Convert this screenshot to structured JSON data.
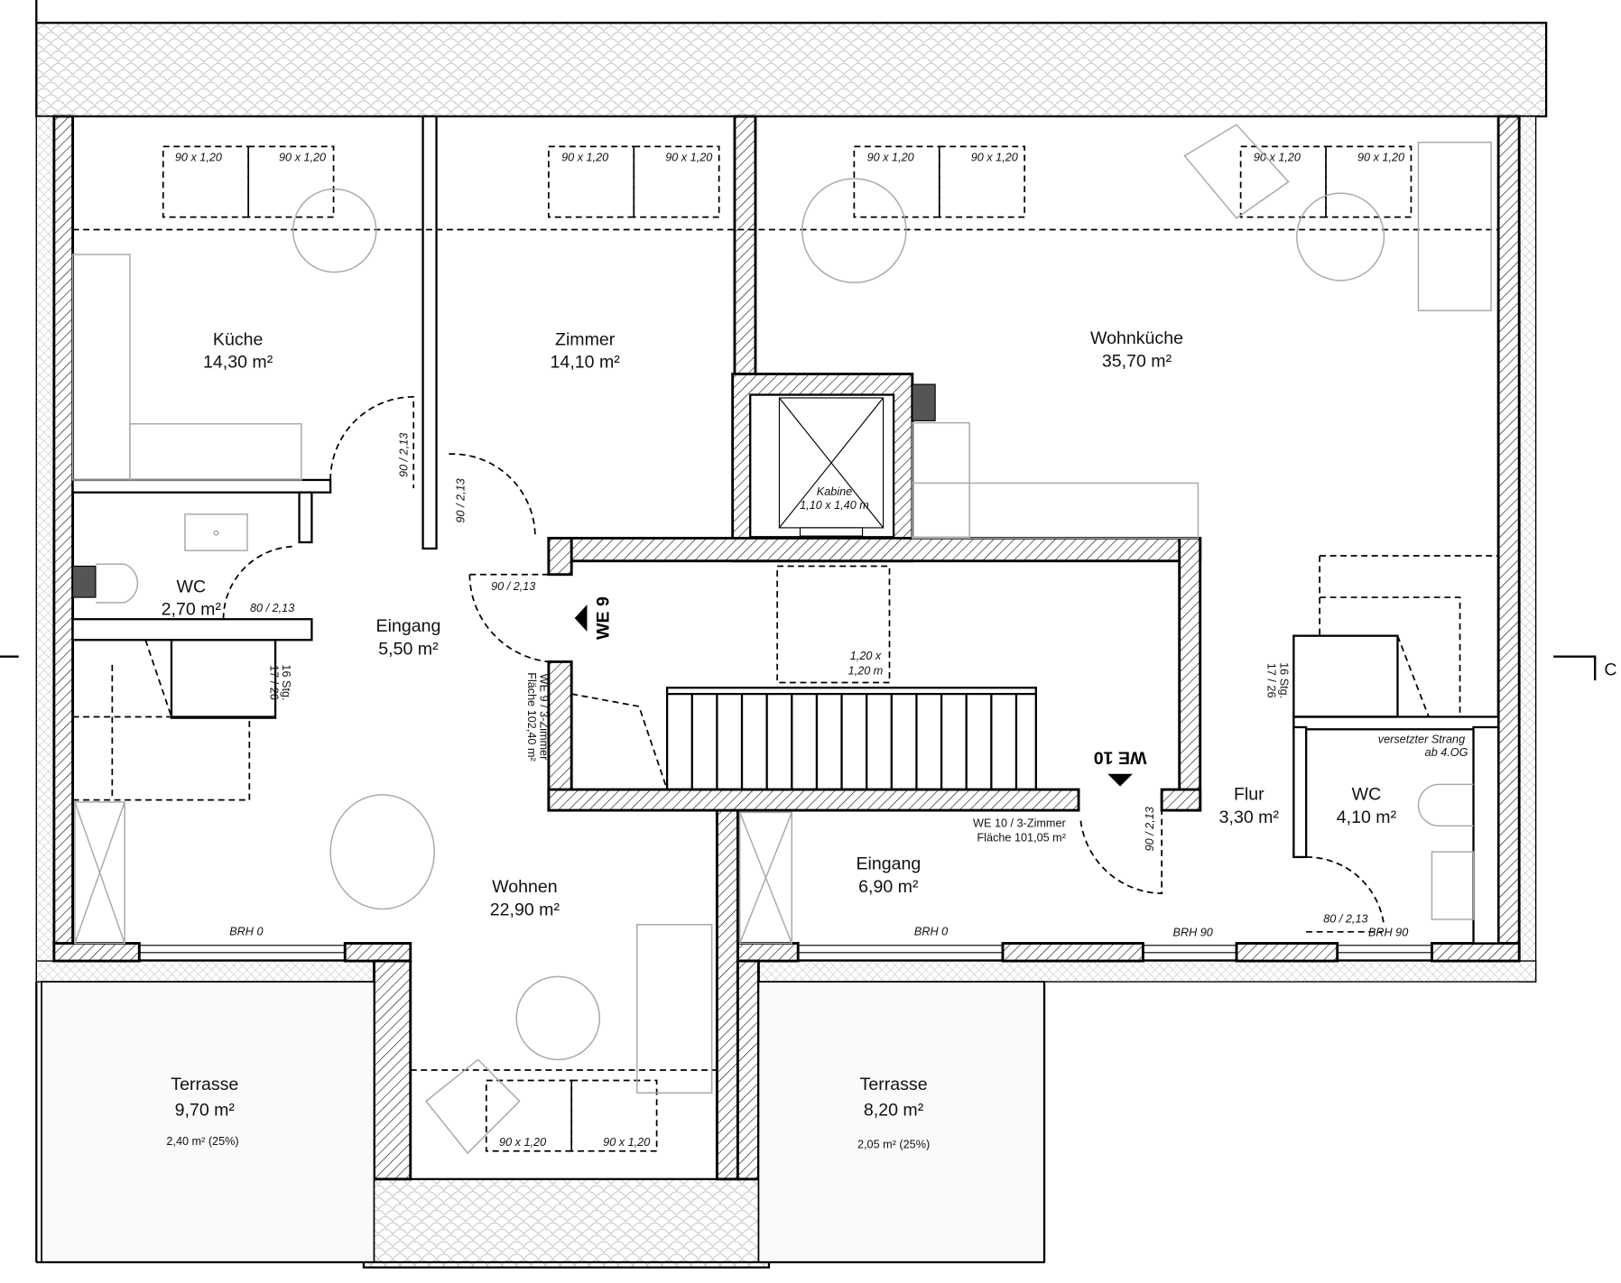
{
  "plan": {
    "rooms": [
      {
        "name": "Küche",
        "area": "14,30 m²"
      },
      {
        "name": "Zimmer",
        "area": "14,10 m²"
      },
      {
        "name": "Wohnküche",
        "area": "35,70 m²"
      },
      {
        "name": "WC",
        "area": "2,70 m²"
      },
      {
        "name": "Eingang",
        "area": "5,50 m²"
      },
      {
        "name": "Wohnen",
        "area": "22,90 m²"
      },
      {
        "name": "Terrasse",
        "area": "9,70 m²",
        "note": "2,40 m² (25%)"
      },
      {
        "name": "Terrasse",
        "area": "8,20 m²",
        "note": "2,05 m² (25%)"
      },
      {
        "name": "Eingang",
        "area": "6,90 m²"
      },
      {
        "name": "Flur",
        "area": "3,30 m²"
      },
      {
        "name": "WC",
        "area": "4,10 m²"
      }
    ],
    "skylight_label": "90 x 1,20",
    "doors": {
      "d90": "90 / 2,13",
      "d80": "80 / 2,13"
    },
    "brh": {
      "brh0": "BRH 0",
      "brh90": "BRH 90"
    },
    "elevator": {
      "name": "Kabine",
      "size": "1,10 x 1,40 m",
      "landing": "1,20 x",
      "landing2": "1,20 m"
    },
    "stairs": {
      "steps": "16 Stg.",
      "ratio": "17 / 26"
    },
    "units": {
      "we9": "WE 9",
      "we9_type": "WE 9 / 3-Zimmer",
      "we9_area": "Fläche 102,40 m²",
      "we10": "WE 10",
      "we10_type": "WE 10 / 3-Zimmer",
      "we10_area": "Fläche 101,05 m²"
    },
    "strang": {
      "line1": "versetzter Strang",
      "line2": "ab 4.OG"
    },
    "section_marker": "C"
  }
}
